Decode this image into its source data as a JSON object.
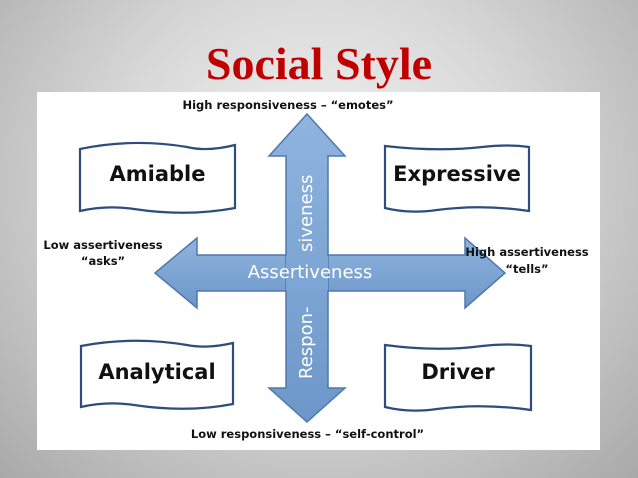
{
  "slide": {
    "title": "Social Style"
  },
  "captions": {
    "top": "High responsiveness – “emotes”",
    "bottom": "Low responsiveness – “self-control”",
    "left_line1": "Low assertiveness",
    "left_line2": "“asks”",
    "right_line1": "High assertiveness",
    "right_line2": "“tells”"
  },
  "quadrants": {
    "top_left": "Amiable",
    "top_right": "Expressive",
    "bottom_left": "Analytical",
    "bottom_right": "Driver"
  },
  "axes": {
    "horizontal": "Assertiveness",
    "vertical_upper": "siveness",
    "vertical_lower": "Respon-"
  },
  "colors": {
    "title": "#c00000",
    "arrow_fill": "#7ea6d4",
    "arrow_stroke": "#4f78ad",
    "banner_stroke": "#2e4d7c"
  }
}
